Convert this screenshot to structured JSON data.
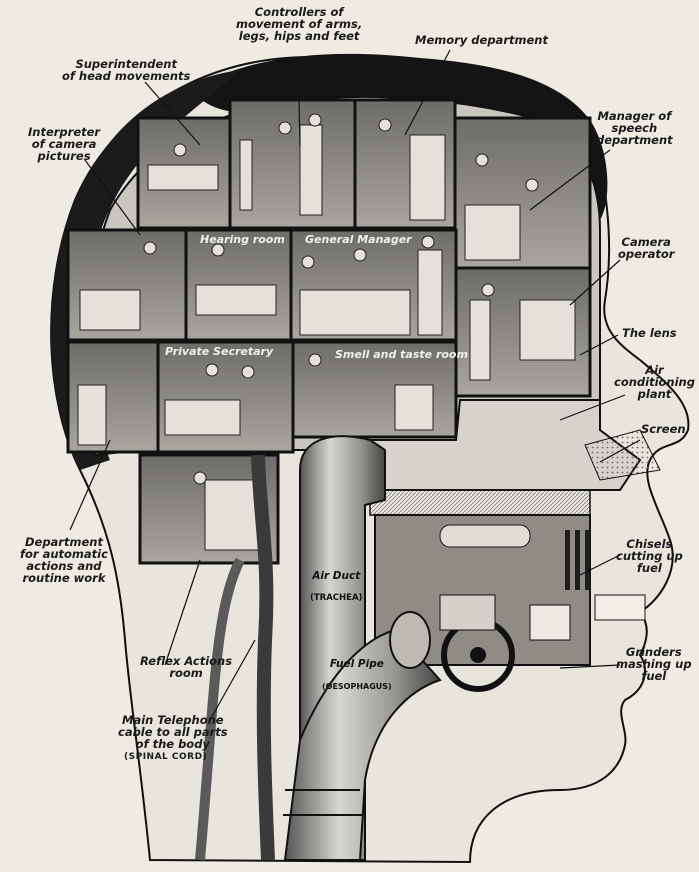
{
  "callouts": {
    "head_movements": "Superintendent\nof head movements",
    "controllers": "Controllers of\nmovement of arms,\nlegs, hips and feet",
    "memory": "Memory department",
    "interpreter": "Interpreter\nof camera\npictures",
    "speech": "Manager of\nspeech\ndepartment",
    "camera_operator": "Camera\noperator",
    "lens": "The lens",
    "air_conditioning": "Air\nconditioning\nplant",
    "screen": "Screen",
    "automatic": "Department\nfor automatic\nactions and\nroutine work",
    "chisels": "Chisels\ncutting up\nfuel",
    "grinders": "Grinders\nmashing up\nfuel",
    "reflex": "Reflex Actions\nroom",
    "telephone": "Main Telephone\ncable to all parts\nof the body",
    "spinal": "(SPINAL CORD)"
  },
  "rooms": {
    "hearing": "Hearing room",
    "general_manager": "General Manager",
    "private_secretary": "Private Secretary",
    "smell_taste": "Smell and taste room"
  },
  "ducts": {
    "air_duct": "Air Duct",
    "trachea": "(TRACHEA)",
    "fuel_pipe": "Fuel Pipe",
    "oesophagus": "(OESOPHAGUS)"
  }
}
